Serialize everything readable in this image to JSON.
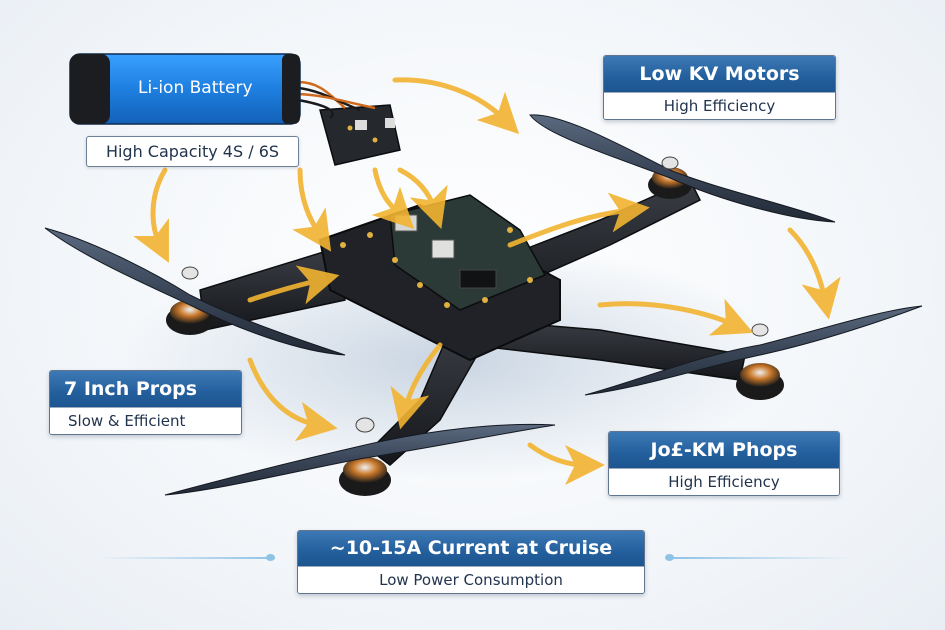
{
  "battery": {
    "label": "Li-ion Battery",
    "caption": "High Capacity 4S / 6S",
    "color": "#1e7fe0"
  },
  "callouts": [
    {
      "title": "Low KV Motors",
      "subtitle": "High Efficiency"
    },
    {
      "title": "7 Inch Props",
      "subtitle": "Slow & Efficient"
    },
    {
      "title": "Jo£-KM Phops",
      "subtitle": "High Efficiency"
    },
    {
      "title": "~10-15A Current at Cruise",
      "subtitle": "Low Power Consumption"
    }
  ],
  "components": {
    "frame": "x-frame-quadcopter",
    "esc": "esc-board",
    "flight_controller": "flight-controller-stack",
    "motors": 4,
    "propellers": 4
  },
  "colors": {
    "header_blue": "#235f9c",
    "arrow_gold": "#f2b431",
    "prop_slate": "#3a4658",
    "frame_black": "#1c1e22",
    "motor_copper": "#c9782a"
  }
}
